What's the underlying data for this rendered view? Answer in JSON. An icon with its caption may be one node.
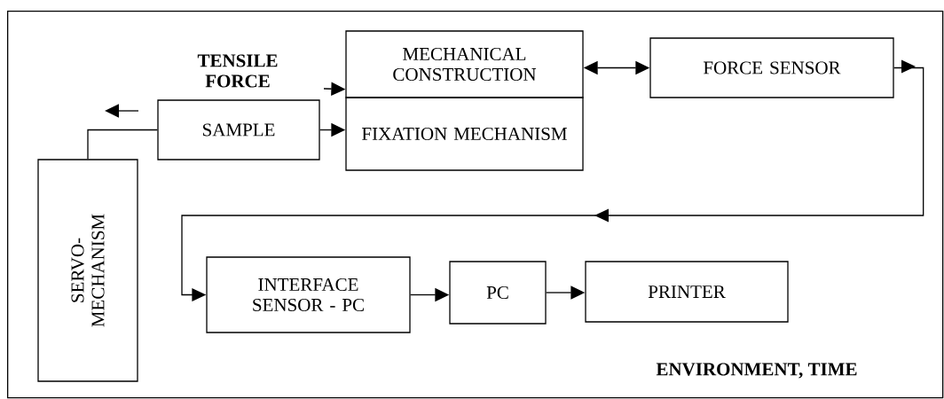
{
  "diagram": {
    "nodes": [
      {
        "text": [
          "ENVIRONMENT, TIME"
        ]
      },
      {
        "text": [
          "SERVO- MECHANISM"
        ],
        "in": 0
      },
      {
        "text": [
          "SAMPLE"
        ],
        "in": 0
      },
      {
        "text": [
          "MECHANICAL CONSTRUCTION"
        ],
        "in": 0
      },
      {
        "text": [
          "FIXATION MECHANISM"
        ],
        "in": 0
      },
      {
        "text": [
          "FORCE SENSOR"
        ],
        "in": 0
      },
      {
        "text": [
          "INTERFACE SENSOR - PC"
        ],
        "in": 0
      },
      {
        "text": [
          "PC"
        ],
        "in": 0
      },
      {
        "text": [
          "PRINTER"
        ],
        "in": 0
      }
    ],
    "edges": [
      {
        "from": 1,
        "to": 2,
        "arrow": "none"
      },
      {
        "from": 2,
        "to": 4,
        "arrow": "to"
      },
      {
        "from": null,
        "to": 3,
        "arrow": "to"
      },
      {
        "from": 3,
        "to": 5,
        "arrow": "both"
      },
      {
        "from": 5,
        "to": 6,
        "arrow": "to"
      },
      {
        "from": 6,
        "to": 7,
        "arrow": "to"
      },
      {
        "from": 7,
        "to": 8,
        "arrow": "to"
      }
    ],
    "labels": [
      "TENSILE FORCE"
    ]
  }
}
